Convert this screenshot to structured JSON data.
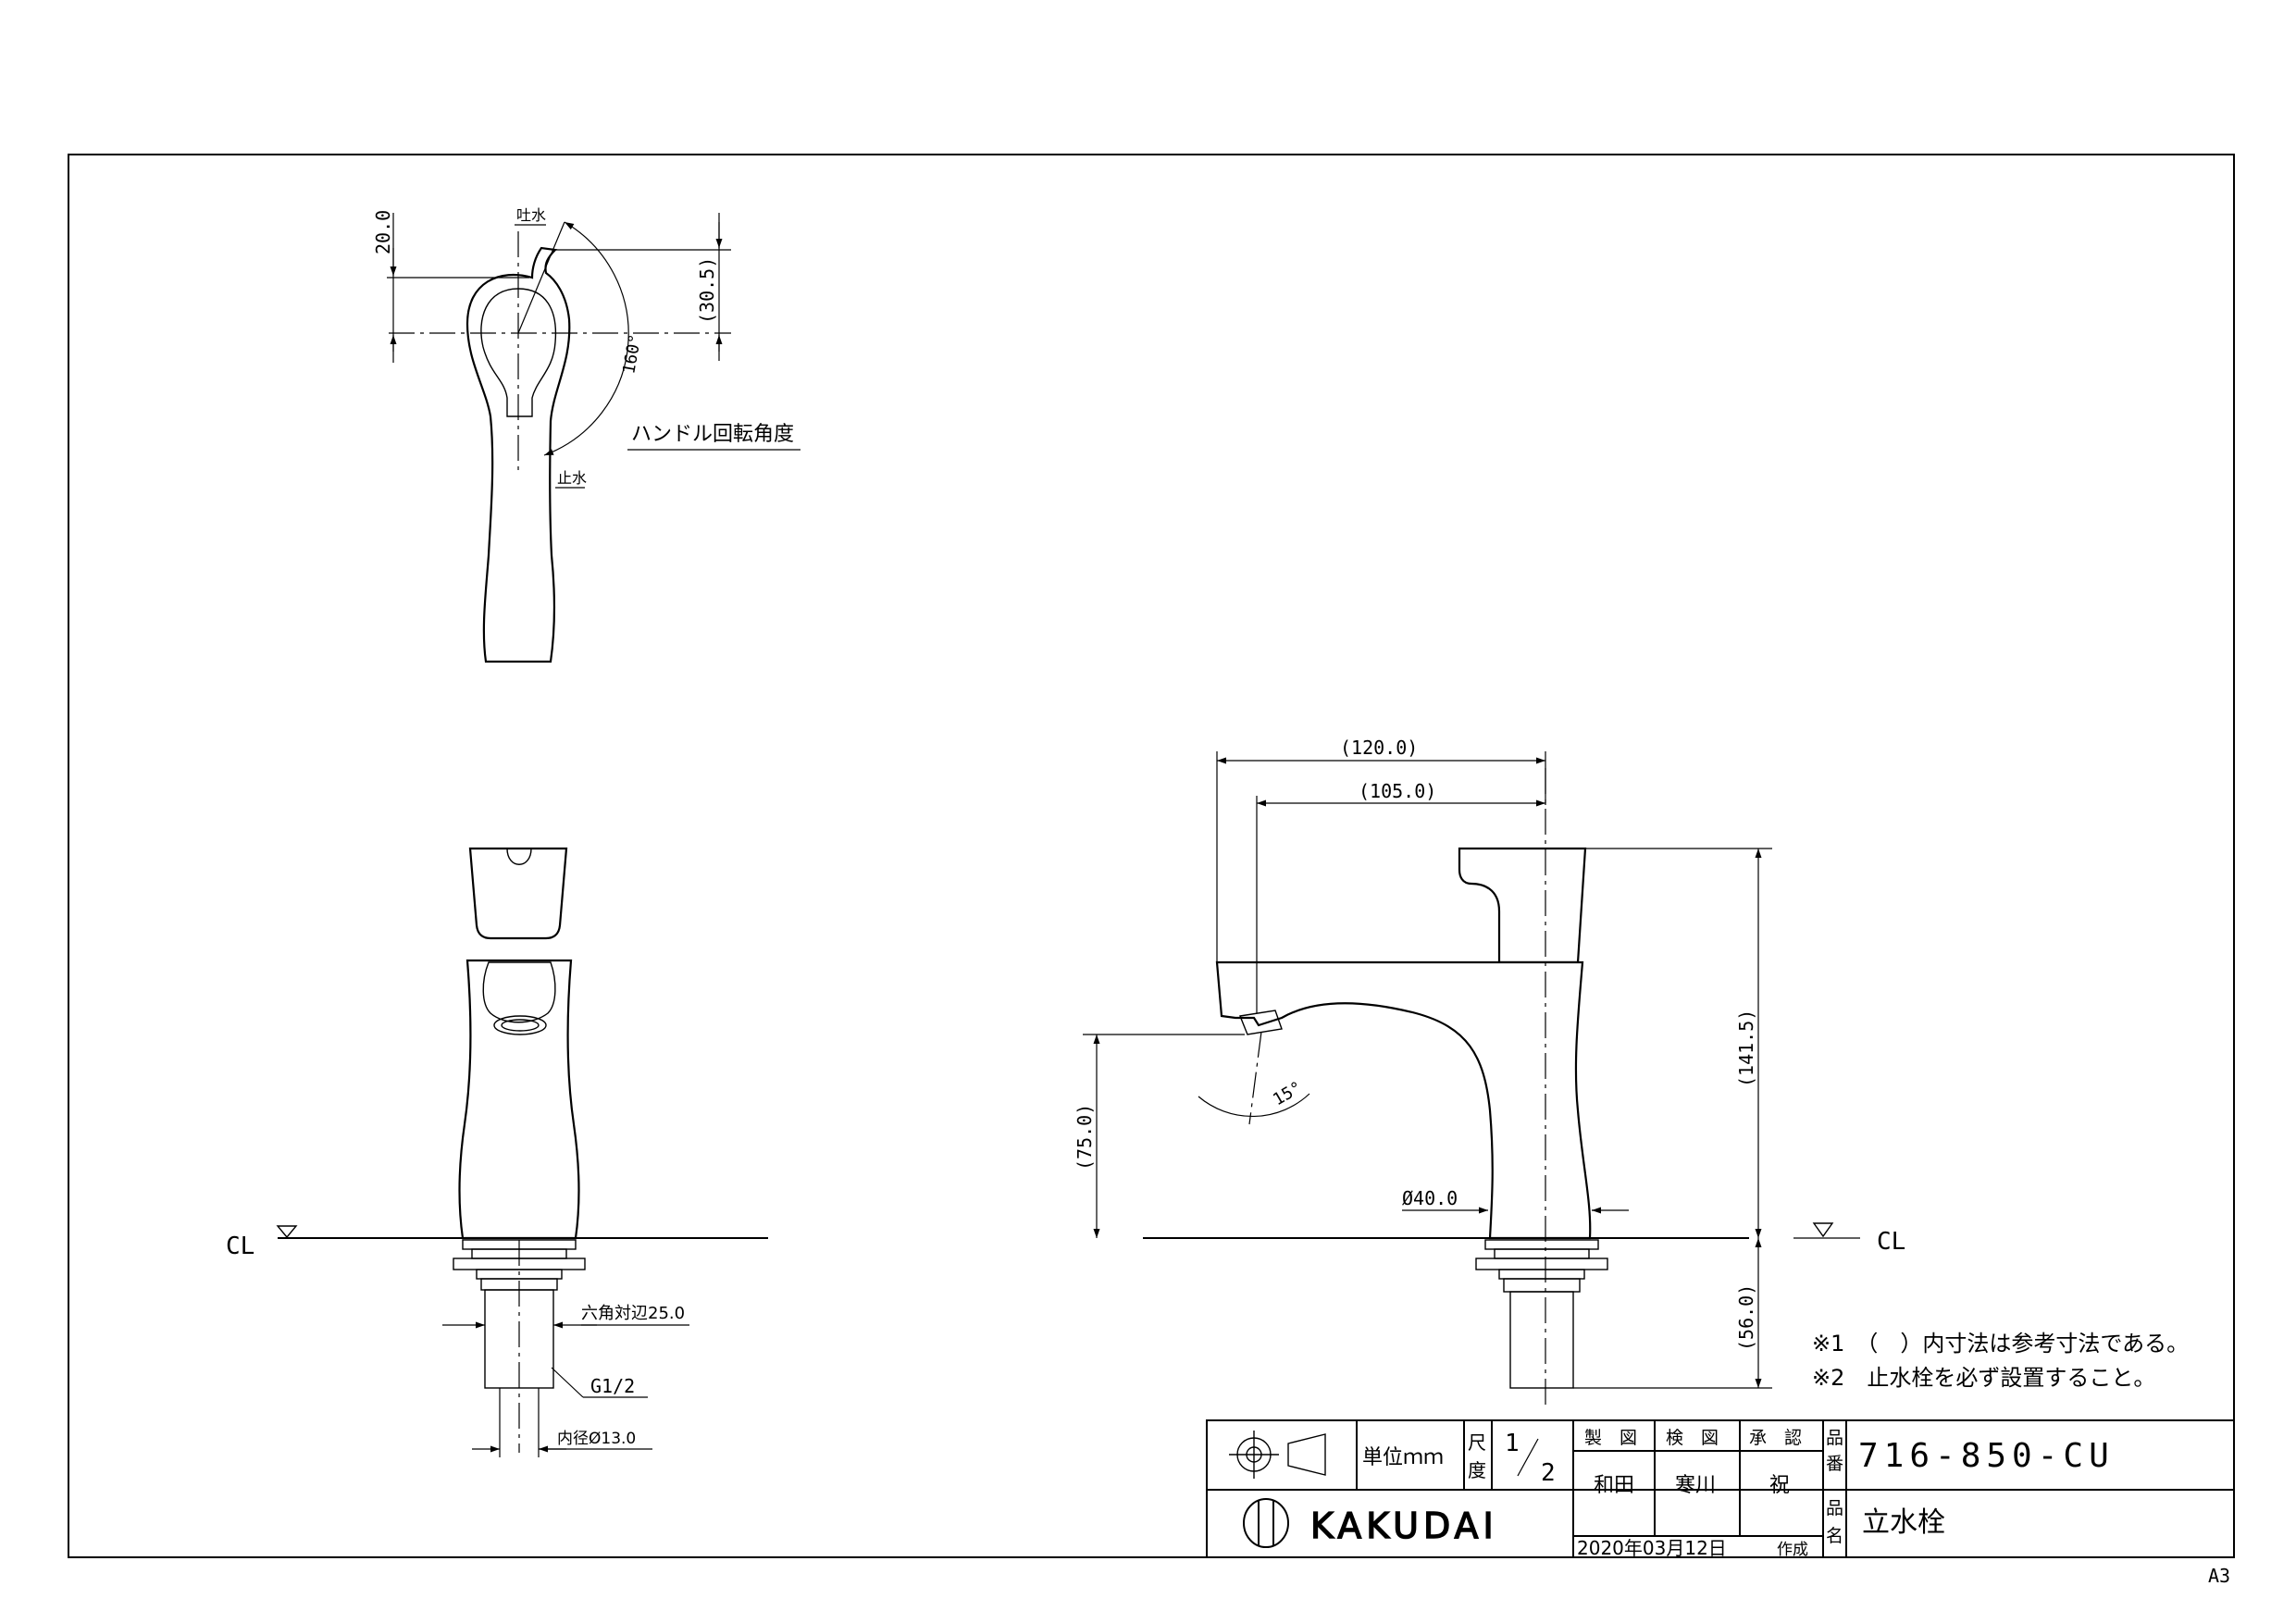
{
  "sheet": {
    "size_label": "A3"
  },
  "top_view": {
    "dim_20": "20.0",
    "dim_30_5": "(30.5)",
    "angle": "160°",
    "label_spout": "吐水",
    "label_stop": "止水",
    "label_handle_rotation": "ハンドル回転角度"
  },
  "front_view": {
    "cl_label": "CL",
    "hex_label": "六角対辺25.0",
    "thread_label": "G1/2",
    "inner_dia_label": "内径Ø13.0"
  },
  "side_view": {
    "dim_120": "(120.0)",
    "dim_105": "(105.0)",
    "dim_141_5": "(141.5)",
    "dim_75": "(75.0)",
    "dim_56": "(56.0)",
    "dim_dia40": "Ø40.0",
    "angle_15": "15°",
    "cl_label": "CL"
  },
  "notes": [
    "※1　（　）内寸法は参考寸法である。",
    "※2　止水栓を必ず設置すること。"
  ],
  "title_block": {
    "unit_label": "単位ｍｍ",
    "scale_label_a": "尺",
    "scale_label_b": "度",
    "scale_num": "1",
    "scale_den": "2",
    "col_drawn": "製　図",
    "col_checked": "検　図",
    "col_approved": "承　認",
    "name_drawn": "和田",
    "name_checked": "寒川",
    "name_approved": "祝",
    "label_part_no_a": "品",
    "label_part_no_b": "番",
    "part_number": "716-850-CU",
    "label_part_name_a": "品",
    "label_part_name_b": "名",
    "part_name": "立水栓",
    "brand": "KAKUDAI",
    "date": "2020年03月12日",
    "date_suffix": "作成"
  }
}
